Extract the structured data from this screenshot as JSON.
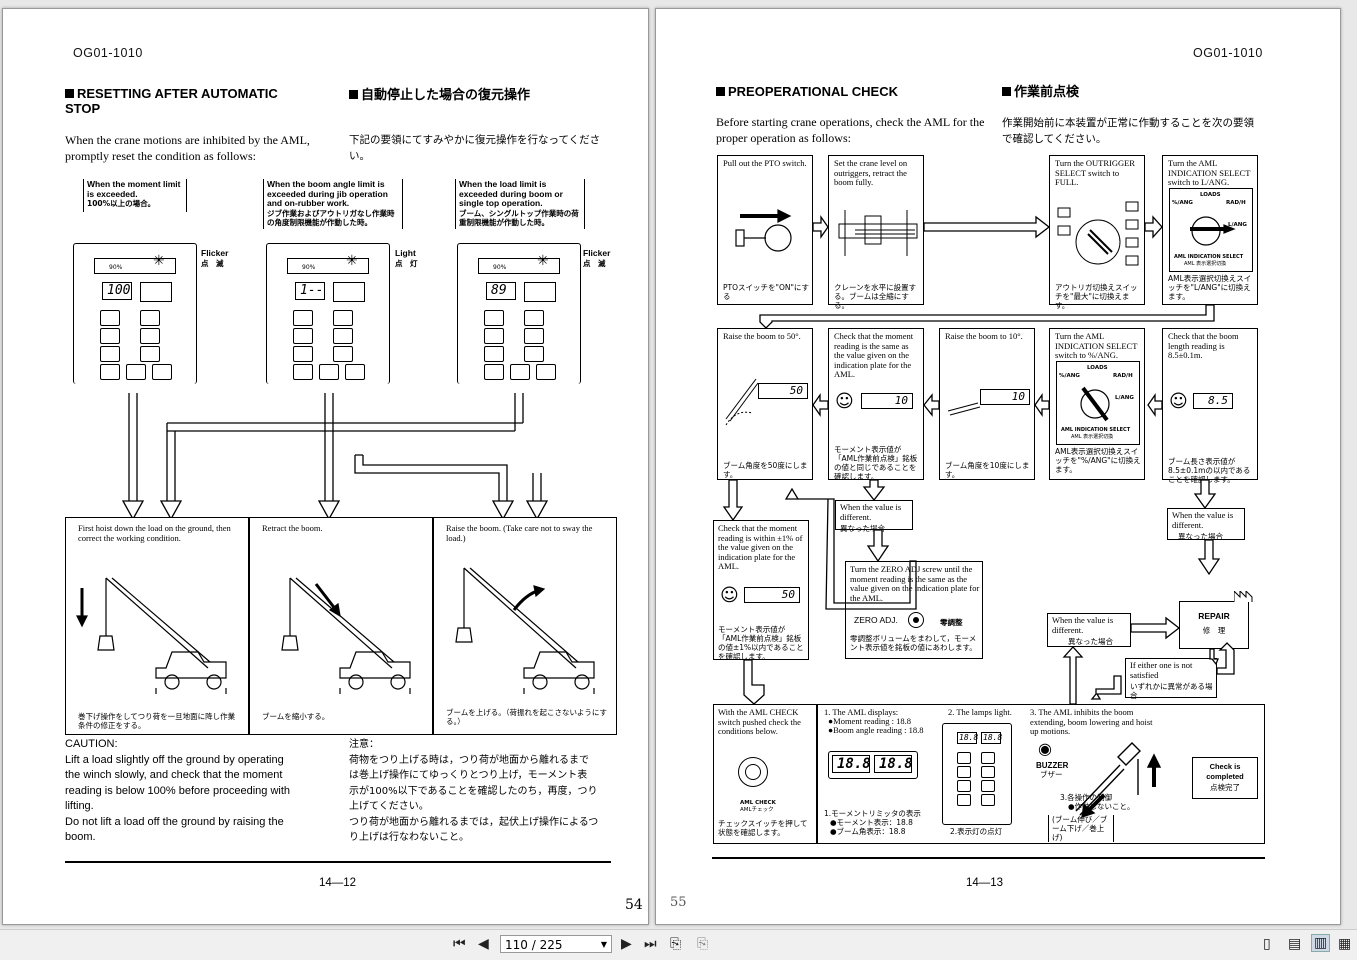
{
  "left_page": {
    "doc_id": "OG01-1010",
    "heading_en": "RESETTING AFTER AUTOMATIC STOP",
    "heading_jp": "自動停止した場合の復元操作",
    "intro_en": "When the crane motions are inhibited by the AML, promptly reset the condition as follows:",
    "intro_jp": "下記の要領にてすみやかに復元操作を行なってください。",
    "cases": [
      {
        "text": "When the moment limit is exceeded.",
        "jp": "100%以上の場合。",
        "lamp": "Flicker",
        "lamp_jp": "点　滅",
        "display": "100"
      },
      {
        "text": "When the boom angle limit is exceeded during jib operation and on-rubber work.",
        "jp": "ジブ作業およびアウトリガなし作業時の角度制限機能が作動した時。",
        "lamp": "Light",
        "lamp_jp": "点　灯",
        "display": "1--"
      },
      {
        "text": "When the load limit is exceeded during boom or single top operation.",
        "jp": "ブーム、シングルトップ作業時の荷重制限機能が作動した時。",
        "lamp": "Flicker",
        "lamp_jp": "点　滅",
        "display": "89"
      }
    ],
    "panel_label": "90%",
    "actions": [
      {
        "text": "First hoist down the load on the ground, then correct the working condition.",
        "jp": "巻下げ操作をしてつり荷を一旦地面に降し作業条件の修正をする。"
      },
      {
        "text": "Retract the boom.",
        "jp": "ブームを縮小する。"
      },
      {
        "text": "Raise the boom. (Take care not to sway the load.)",
        "jp": "ブームを上げる。（荷振れを起こさないようにする。）"
      }
    ],
    "caution_title": "CAUTION:",
    "caution_lines": [
      "Lift a load slightly off the ground by operating",
      "the winch slowly, and check that the moment",
      "reading is below 100% before proceeding with",
      "lifting.",
      "Do not lift a load off the ground by raising the",
      "boom."
    ],
    "caution_title_jp": "注意：",
    "caution_jp_lines": [
      "荷物をつり上げる時は，つり荷が地面から離れるまで",
      "は巻上げ操作にてゆっくりとつり上げ，モーメント表",
      "示が100%以下であることを確認したのち，再度，つり",
      "上げてください。",
      "つり荷が地面から離れるまでは，起伏上げ操作によるつ",
      "り上げは行なわないこと。"
    ],
    "page_number": "14—12",
    "handwritten": "54"
  },
  "right_page": {
    "doc_id": "OG01-1010",
    "heading_en": "PREOPERATIONAL CHECK",
    "heading_jp": "作業前点検",
    "intro_en": "Before starting crane operations, check the AML for the proper operation as follows:",
    "intro_jp": "作業開始前に本装置が正常に作動することを次の要領で確認してください。",
    "steps_row1": [
      {
        "text": "Pull out the PTO switch.",
        "jp": "PTOスイッチを\"ON\"にする"
      },
      {
        "text": "Set the crane level on outriggers, retract the boom fully.",
        "jp": "クレーンを水平に設置する。ブームは全縮にする。"
      },
      {
        "text": "Turn the OUTRIGGER SELECT switch to FULL.",
        "jp": "アウトリガ切換えスイッチを\"最大\"に切換えます。"
      },
      {
        "text": "Turn the AML INDICATION SELECT switch to L/ANG.",
        "jp": "AML表示選択切換えスイッチを\"L/ANG\"に切換えます。"
      }
    ],
    "steps_row2": [
      {
        "text": "Raise the boom to 50°.",
        "jp": "ブーム角度を50度にします。",
        "display": "50"
      },
      {
        "text": "Check that the moment reading is the same as the value given on the indication plate for the AML.",
        "jp": "モーメント表示値が「AML作業前点検」銘板の値と同じであることを確認します。",
        "display": "10"
      },
      {
        "text": "Raise the boom to 10°.",
        "jp": "ブーム角度を10度にします。",
        "display": "10"
      },
      {
        "text": "Turn the AML INDICATION SELECT switch to %/ANG.",
        "jp": "AML表示選択切換えスイッチを\"%/ANG\"に切換えます。"
      },
      {
        "text": "Check that the boom length reading is 8.5±0.1m.",
        "jp": "ブーム長さ表示値が8.5±0.1mの以内であることを確認します。",
        "display": "8.5"
      }
    ],
    "switch_labels": {
      "loads": "LOADS",
      "ang": "%/ANG",
      "radh": "RAD/H",
      "lang": "L/ANG",
      "plate": "AML INDICATION SELECT",
      "plate_jp": "AML 表示選択切換"
    },
    "diff_labels": [
      {
        "text": "When the value is different.",
        "jp": "異なった場合"
      },
      {
        "text": "When the value is different.",
        "jp": "異なった場合"
      },
      {
        "text": "When the value is different.",
        "jp": "異なった場合"
      }
    ],
    "check_1pct": {
      "text": "Check that the moment reading is within ±1% of the value given on the indication plate for the AML.",
      "jp": "モーメント表示値が「AML作業前点検」銘板の値±1%以内であることを確認します。",
      "display": "50"
    },
    "zero_adj": {
      "text": "Turn the ZERO ADJ screw until the moment reading is the same as the value given on the indication plate for the AML.",
      "label": "ZERO ADJ.",
      "label_jp": "零調整",
      "jp": "零調整ボリュームをまわして，モーメント表示値を銘板の値にあわします。"
    },
    "repair": {
      "text": "REPAIR",
      "jp": "修　理"
    },
    "not_satisfied": {
      "text": "If either one is not satisfied",
      "jp": "いずれかに異常がある場合"
    },
    "aml_check": {
      "text": "With the AML CHECK switch pushed check the conditions below.",
      "switch_label": "AML CHECK",
      "switch_label_jp": "AMLチェック",
      "jp": "チェックスイッチを押して状態を確認します。"
    },
    "displays": {
      "title": "1. The AML displays:",
      "moment": "●Moment reading : 18.8",
      "angle": "●Boom angle reading : 18.8",
      "value": "18.8",
      "jp": "1.モーメントリミッタの表示",
      "jp_moment": "●モーメント表示：18.8",
      "jp_angle": "●ブーム角表示：18.8"
    },
    "lamps": {
      "title": "2. The lamps light.",
      "jp": "2.表示灯の点灯"
    },
    "inhibit": {
      "title": "3. The AML inhibits the boom extending, boom lowering and hoist up motions.",
      "buzzer": "BUZZER",
      "buzzer_jp": "ブザー",
      "jp": "3.各操作の制御",
      "jp2": "●作動しないこと。",
      "jp_list": "(ブーム伸び／ブーム下げ／巻上げ)"
    },
    "completed": {
      "text": "Check is completed",
      "jp": "点検完了"
    },
    "page_number": "14—13",
    "handwritten": "55"
  },
  "toolbar": {
    "page_value": "110 / 225"
  }
}
